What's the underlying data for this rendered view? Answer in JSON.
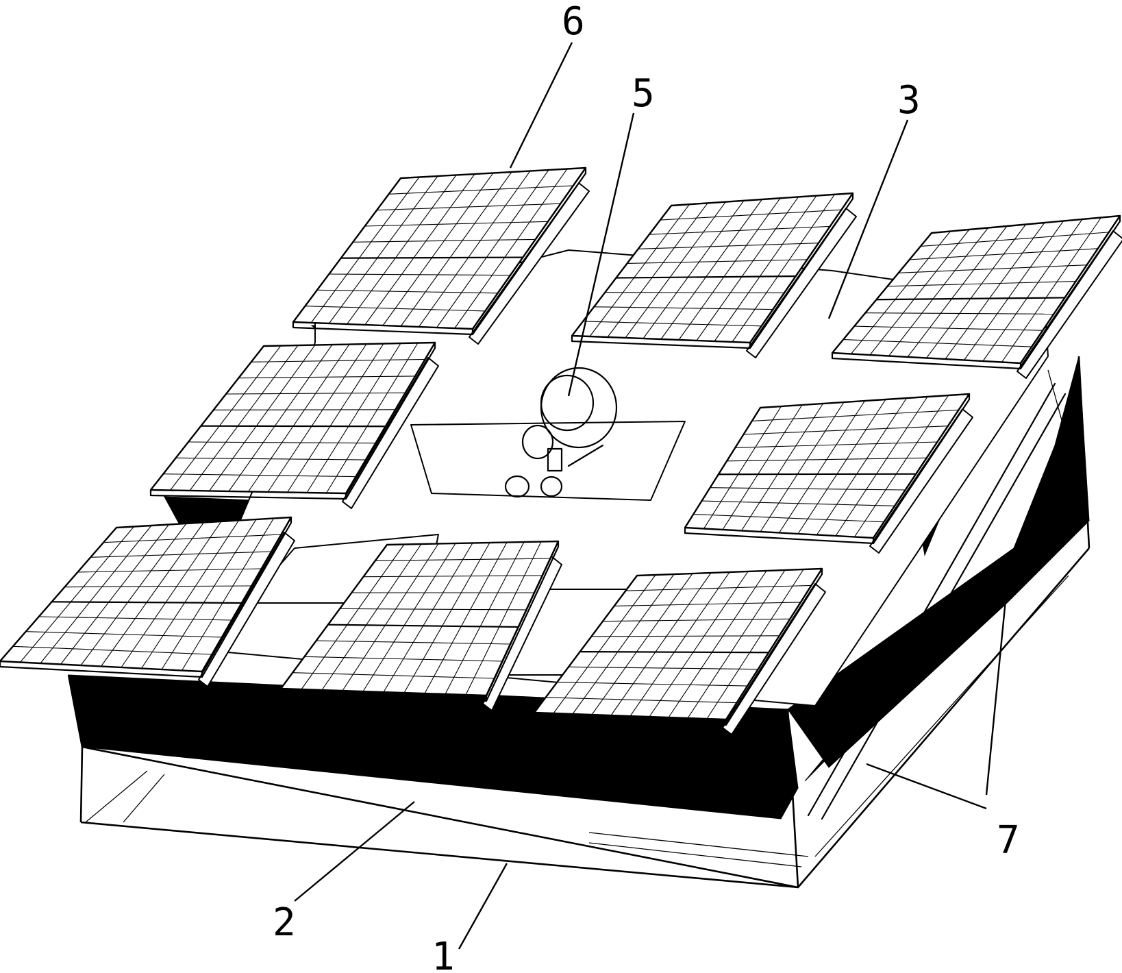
{
  "labels": {
    "l1": "1",
    "l2": "2",
    "l3": "3",
    "l5": "5",
    "l6": "6",
    "l7": "7"
  }
}
